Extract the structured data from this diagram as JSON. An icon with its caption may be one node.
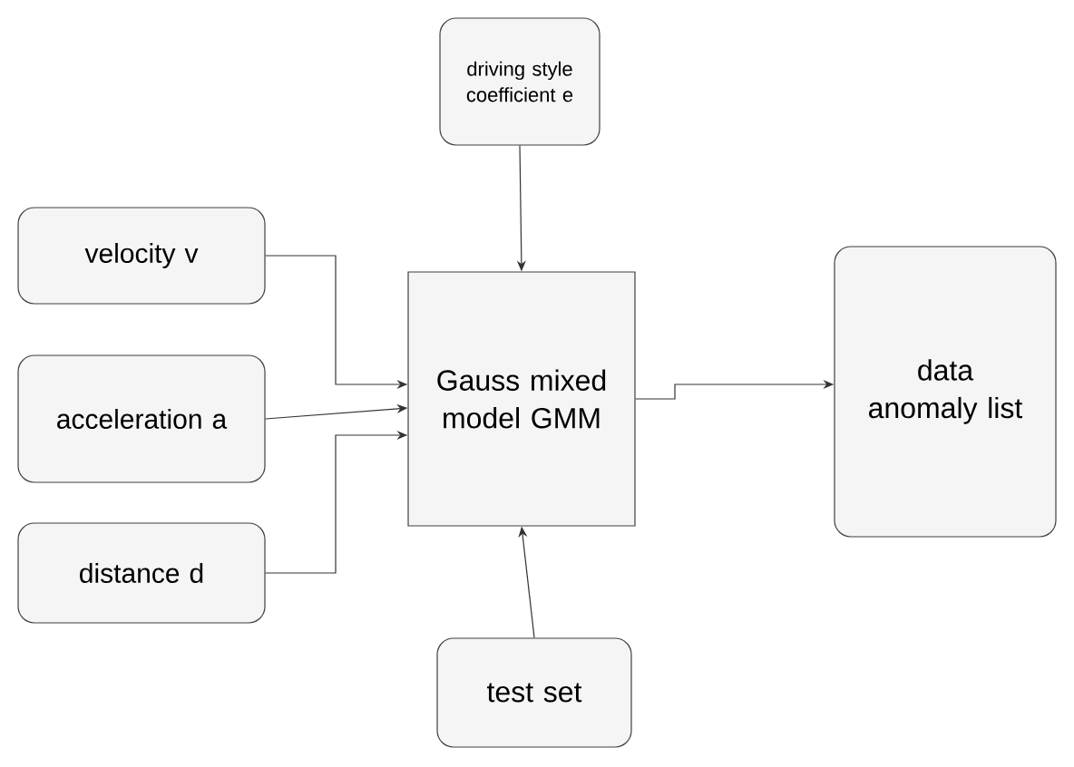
{
  "diagram": {
    "nodes": [
      {
        "text": [
          "driving style coefficient e"
        ]
      },
      {
        "text": [
          "velocity v"
        ]
      },
      {
        "text": [
          "acceleration a"
        ]
      },
      {
        "text": [
          "distance d"
        ]
      },
      {
        "text": [
          "Gauss mixed model GMM"
        ]
      },
      {
        "text": [
          "data anomaly list"
        ]
      },
      {
        "text": [
          "test set"
        ]
      }
    ],
    "edges": [
      {
        "from": 0,
        "to": 4,
        "arrow": "to"
      },
      {
        "from": 1,
        "to": 4,
        "arrow": "to"
      },
      {
        "from": 2,
        "to": 4,
        "arrow": "to"
      },
      {
        "from": 3,
        "to": 4,
        "arrow": "to"
      },
      {
        "from": 6,
        "to": 4,
        "arrow": "to"
      },
      {
        "from": 4,
        "to": 5,
        "arrow": "to"
      }
    ]
  }
}
